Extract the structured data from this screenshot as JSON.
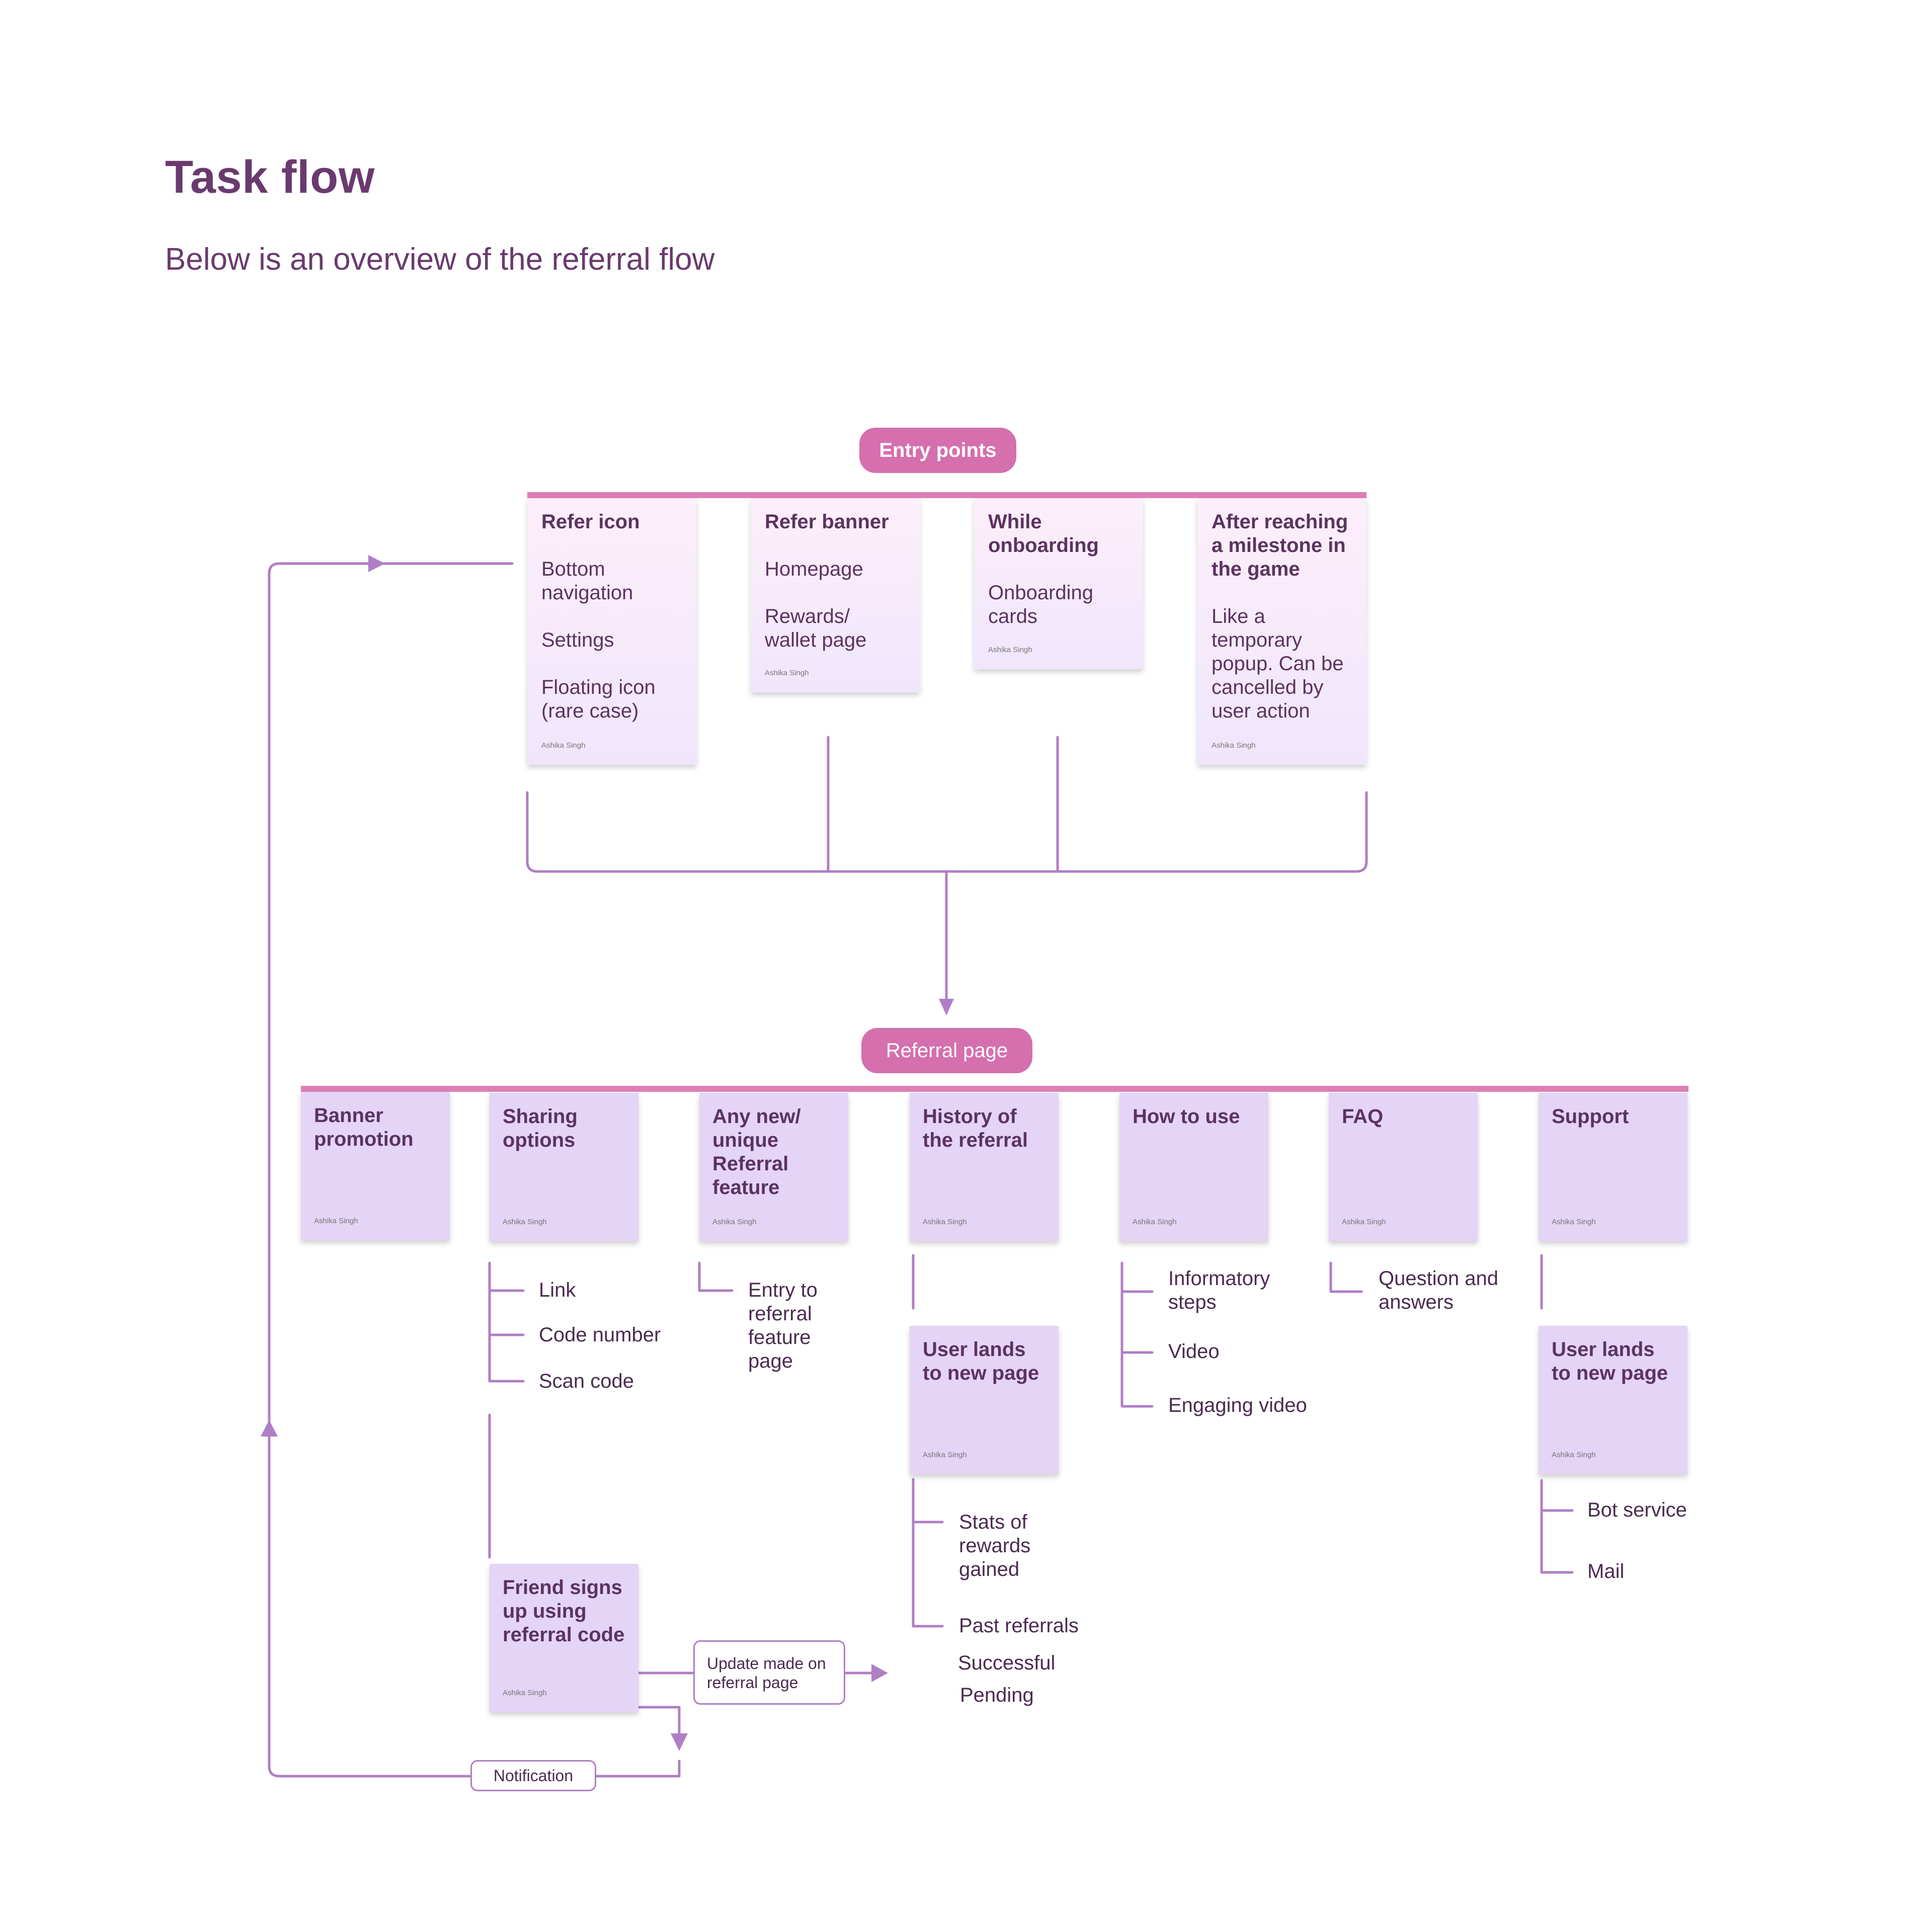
{
  "header": {
    "title": "Task flow",
    "subtitle": "Below is an overview of the referral flow"
  },
  "entry_points": {
    "label": "Entry points",
    "notes": [
      {
        "title": "Refer icon",
        "lines": [
          "Bottom navigation",
          "Settings",
          "Floating icon (rare case)"
        ],
        "author": "Ashika Singh"
      },
      {
        "title": "Refer banner",
        "lines": [
          "Homepage",
          "Rewards/ wallet page"
        ],
        "author": "Ashika Singh"
      },
      {
        "title": "While onboarding",
        "lines": [
          "Onboarding cards"
        ],
        "author": "Ashika Singh"
      },
      {
        "title": "After reaching a milestone in the game",
        "lines": [
          "Like a temporary popup. Can be cancelled by user action"
        ],
        "author": "Ashika Singh"
      }
    ]
  },
  "referral_page": {
    "label": "Referral page",
    "notes": [
      {
        "title": "Banner promotion",
        "author": "Ashika Singh"
      },
      {
        "title": "Sharing options",
        "author": "Ashika Singh"
      },
      {
        "title": "Any new/ unique Referral feature",
        "author": "Ashika Singh"
      },
      {
        "title": "History of the referral",
        "author": "Ashika Singh"
      },
      {
        "title": "How to use",
        "author": "Ashika Singh"
      },
      {
        "title": "FAQ",
        "author": "Ashika Singh"
      },
      {
        "title": "Support",
        "author": "Ashika Singh"
      }
    ]
  },
  "sharing_items": [
    "Link",
    "Code number",
    "Scan code"
  ],
  "feature_item": "Entry to referral feature page",
  "how_to_items": [
    "Informatory steps",
    "Video",
    "Engaging video"
  ],
  "faq_item": "Question and answers",
  "history_sub": {
    "note": {
      "title": "User lands to new page",
      "author": "Ashika Singh"
    },
    "items": [
      "Stats of rewards gained",
      "Past referrals",
      "Successful",
      "Pending"
    ]
  },
  "support_sub": {
    "note": {
      "title": "User lands to new page",
      "author": "Ashika Singh"
    },
    "items": [
      "Bot service",
      "Mail"
    ]
  },
  "friend_note": {
    "title": "Friend signs up using referral code",
    "author": "Ashika Singh"
  },
  "update_label": "Update made on referral page",
  "notification_label": "Notification",
  "colors": {
    "accent": "#d56fae",
    "line": "#b07ec4",
    "text": "#6a3a6e",
    "note_lavender": "#e4d4f6"
  }
}
